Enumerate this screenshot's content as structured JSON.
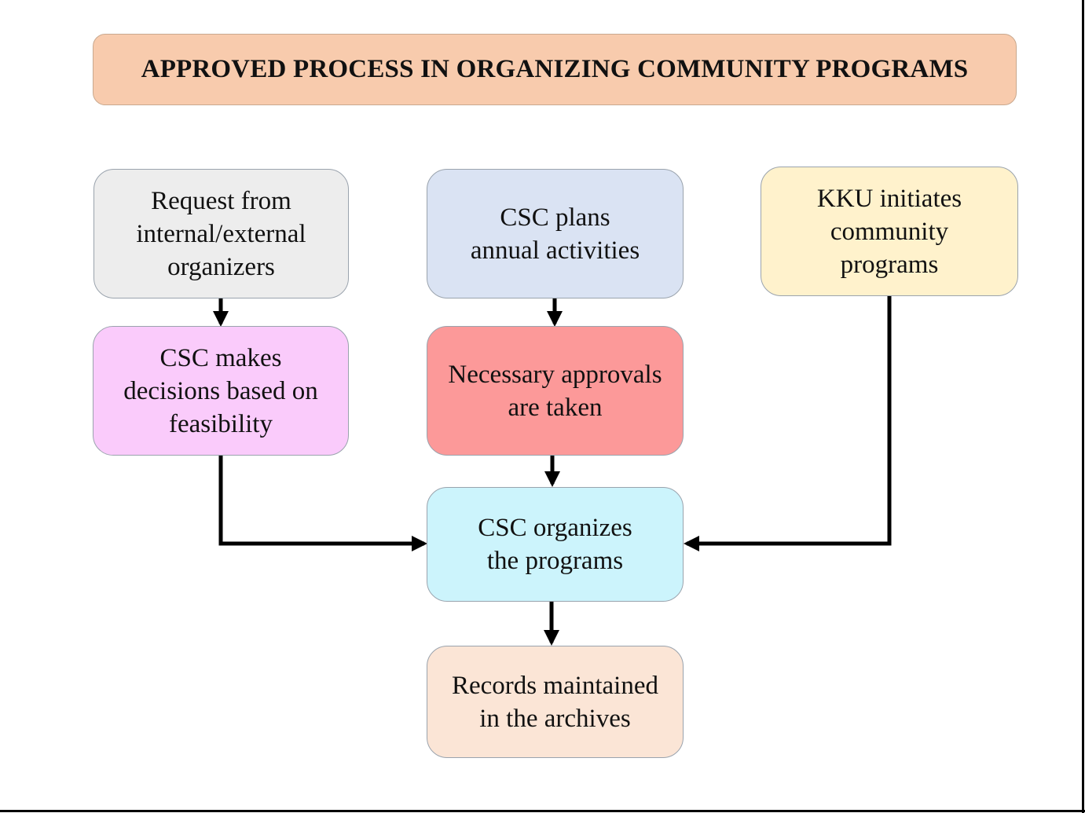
{
  "title": "APPROVED PROCESS IN ORGANIZING COMMUNITY PROGRAMS",
  "nodes": {
    "request": {
      "label": "Request from\ninternal/external\norganizers",
      "color": "#ededed"
    },
    "csc_plans": {
      "label": "CSC plans\nannual activities",
      "color": "#dae3f3"
    },
    "kku_initiates": {
      "label": "KKU initiates\ncommunity\nprograms",
      "color": "#fff2cc"
    },
    "feasibility": {
      "label": "CSC makes\ndecisions based on\nfeasibility",
      "color": "#facbfb"
    },
    "approvals": {
      "label": "Necessary approvals\nare taken",
      "color": "#fc9999"
    },
    "organizes": {
      "label": "CSC organizes\nthe programs",
      "color": "#ccf4fc"
    },
    "records": {
      "label": "Records maintained\nin the archives",
      "color": "#fbe5d6"
    }
  },
  "edges": [
    {
      "from": "Request from internal/external organizers",
      "to": "CSC makes decisions based on feasibility"
    },
    {
      "from": "CSC plans annual activities",
      "to": "Necessary approvals are taken"
    },
    {
      "from": "Necessary approvals are taken",
      "to": "CSC organizes the programs"
    },
    {
      "from": "CSC makes decisions based on feasibility",
      "to": "CSC organizes the programs"
    },
    {
      "from": "KKU initiates community programs",
      "to": "CSC organizes the programs"
    },
    {
      "from": "CSC organizes the programs",
      "to": "Records maintained in the archives"
    }
  ]
}
